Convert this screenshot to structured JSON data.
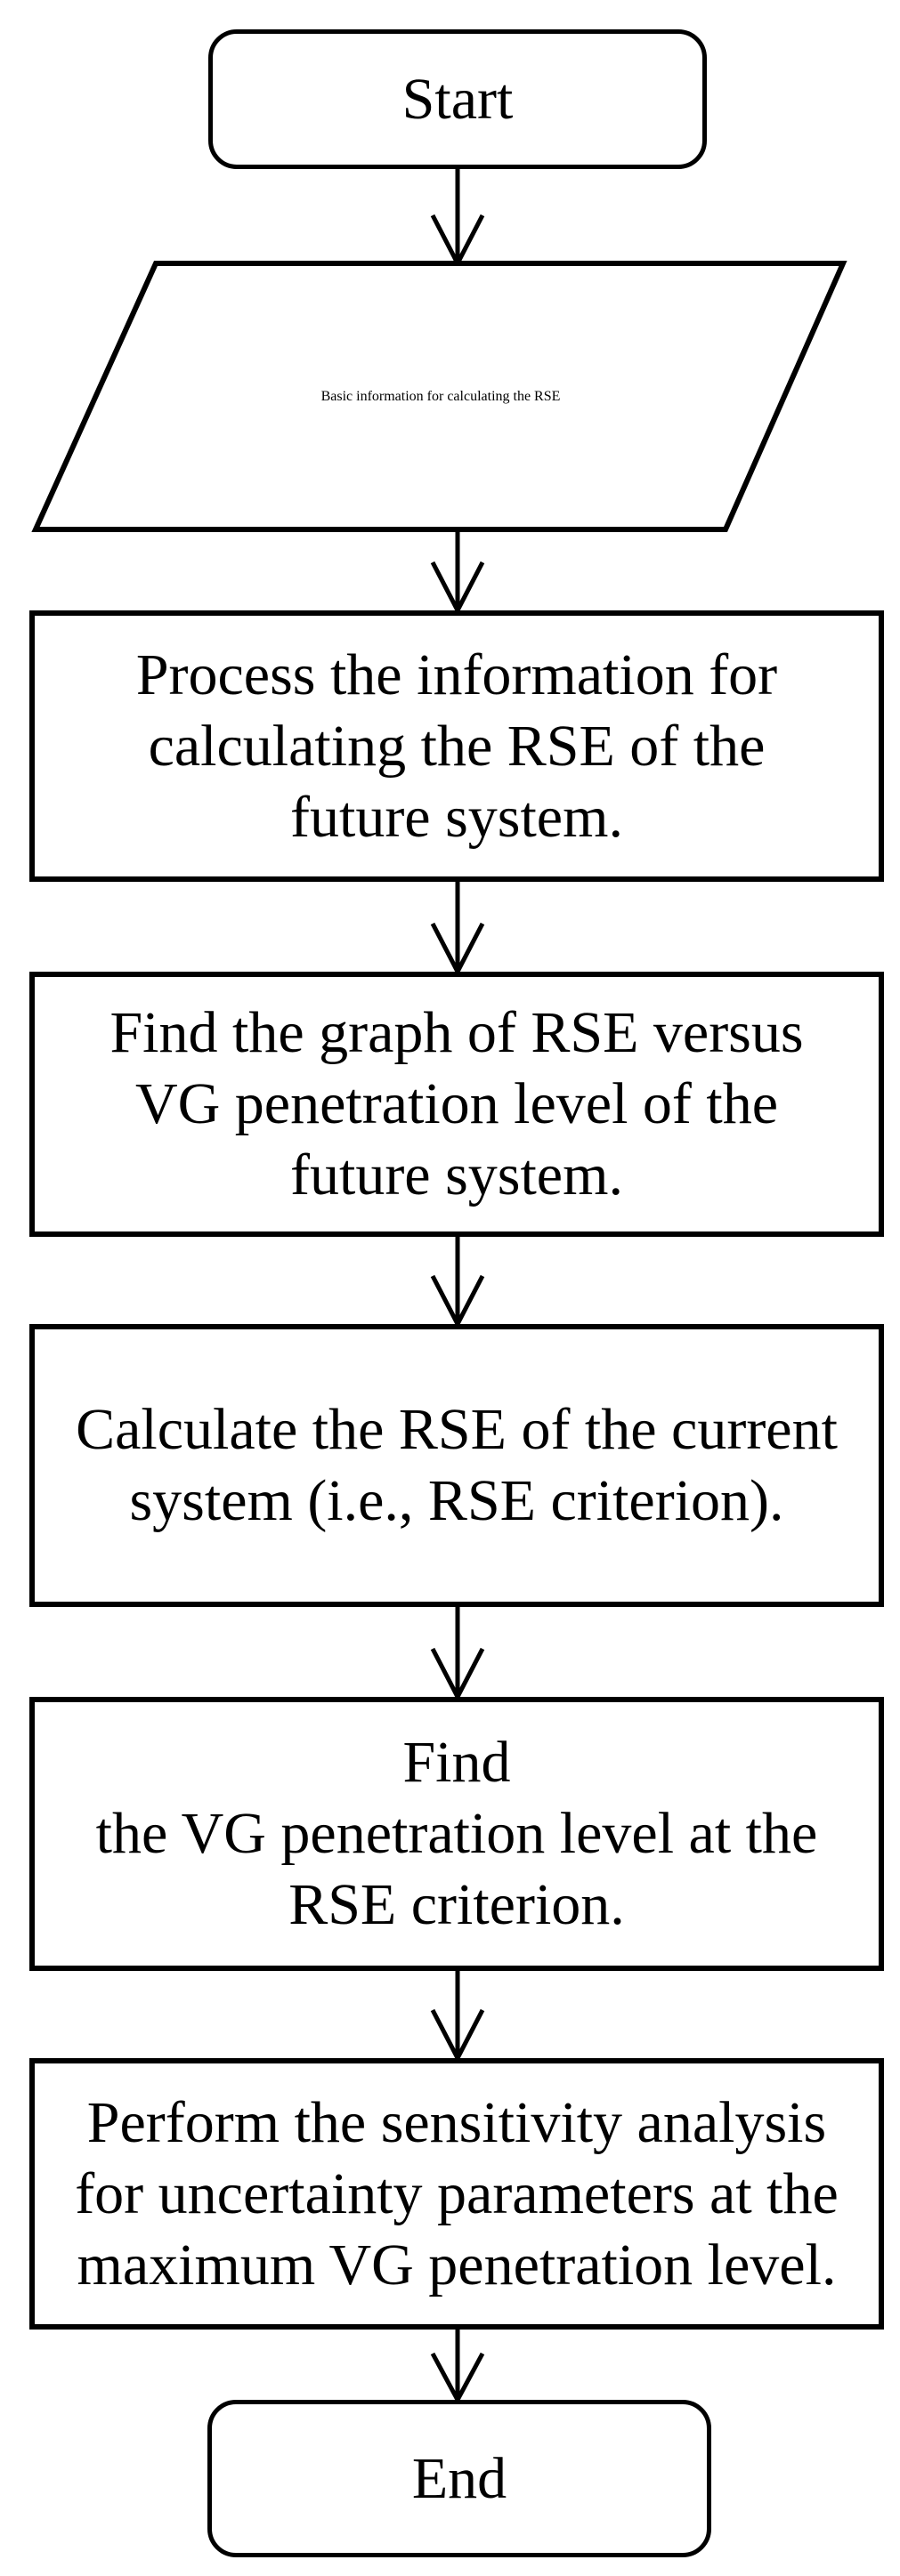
{
  "flowchart": {
    "background_color": "#ffffff",
    "stroke_color": "#000000",
    "text_color": "#000000",
    "nodes": [
      {
        "id": "start",
        "type": "terminator",
        "label": "Start"
      },
      {
        "id": "input",
        "type": "data-input-parallelogram",
        "label": "Basic information\nfor calculating the\nRSE"
      },
      {
        "id": "process-1",
        "type": "process",
        "label": "Process the information for\ncalculating the RSE of the\nfuture system."
      },
      {
        "id": "process-2",
        "type": "process",
        "label": "Find the graph of RSE versus\nVG penetration level of the\nfuture system."
      },
      {
        "id": "process-3",
        "type": "process",
        "label": "Calculate the RSE of the current\nsystem (i.e., RSE criterion)."
      },
      {
        "id": "process-4",
        "type": "process",
        "label": "Find\nthe VG penetration level at the\nRSE criterion."
      },
      {
        "id": "process-5",
        "type": "process",
        "label": "Perform the sensitivity analysis\nfor uncertainty parameters at the\nmaximum VG penetration level."
      },
      {
        "id": "end",
        "type": "terminator",
        "label": "End"
      }
    ],
    "connections": [
      {
        "from": "start",
        "to": "input"
      },
      {
        "from": "input",
        "to": "process-1"
      },
      {
        "from": "process-1",
        "to": "process-2"
      },
      {
        "from": "process-2",
        "to": "process-3"
      },
      {
        "from": "process-3",
        "to": "process-4"
      },
      {
        "from": "process-4",
        "to": "process-5"
      },
      {
        "from": "process-5",
        "to": "end"
      }
    ]
  }
}
